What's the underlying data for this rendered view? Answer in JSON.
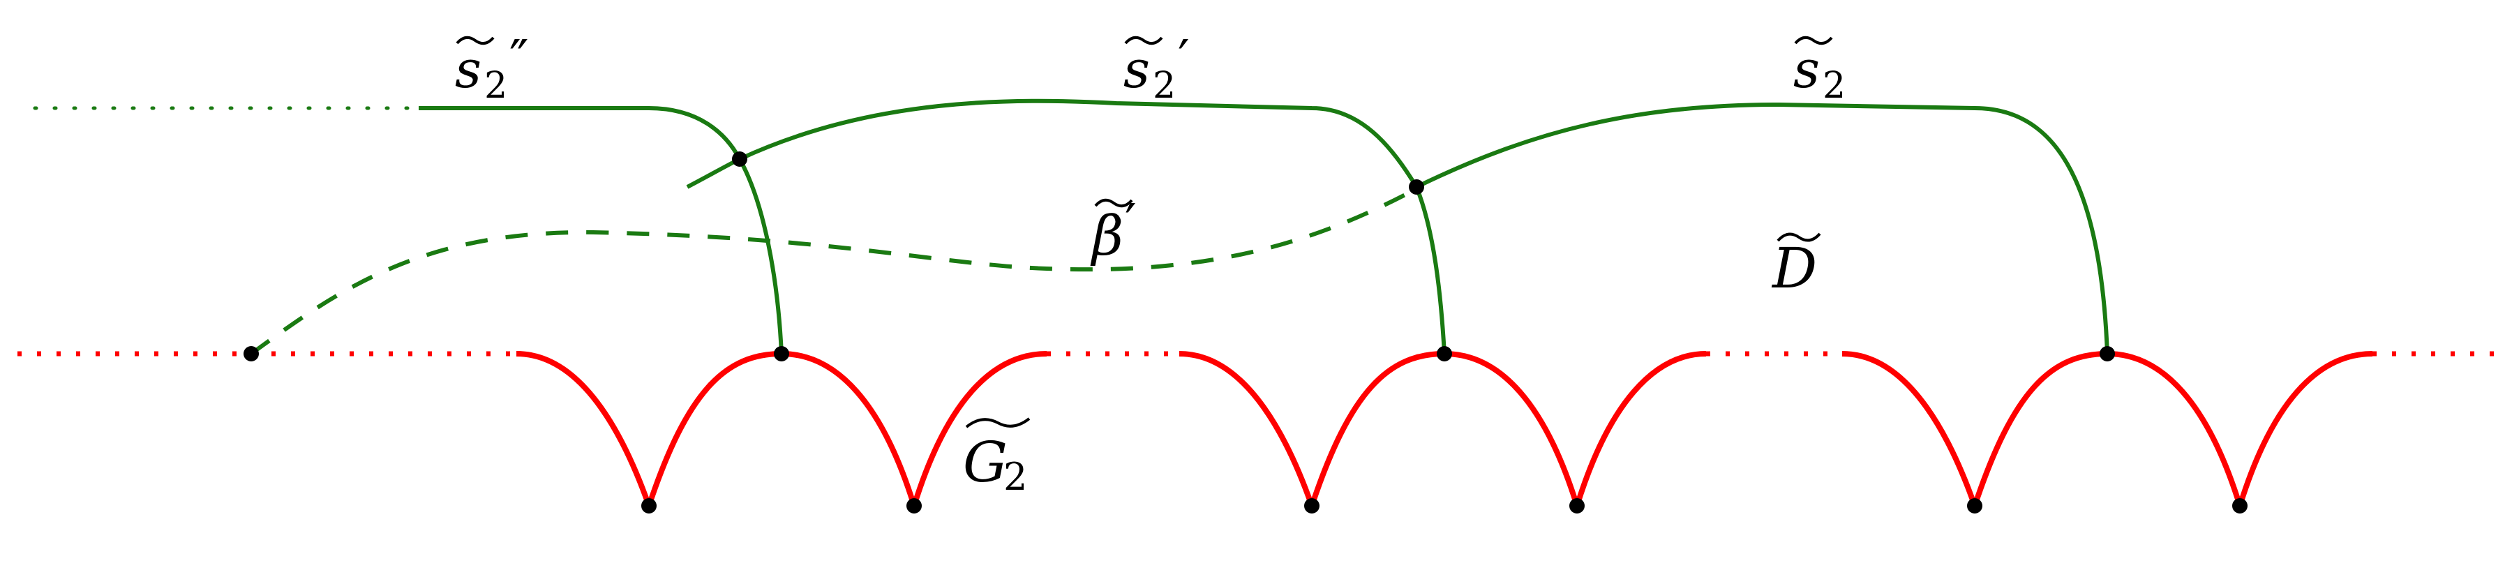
{
  "colors": {
    "green": "#1a7a12",
    "red": "#ff0000",
    "node": "#000000",
    "label": "#000000"
  },
  "labels": {
    "s2_double_prime": {
      "base": "s",
      "sub": "2",
      "mark": "″"
    },
    "s2_prime": {
      "base": "s",
      "sub": "2",
      "mark": "′"
    },
    "s2": {
      "base": "s",
      "sub": "2",
      "mark": ""
    },
    "beta_prime": {
      "base": "β",
      "mark": "′"
    },
    "D": {
      "base": "D"
    },
    "G2": {
      "base": "G",
      "sub": "2"
    }
  }
}
